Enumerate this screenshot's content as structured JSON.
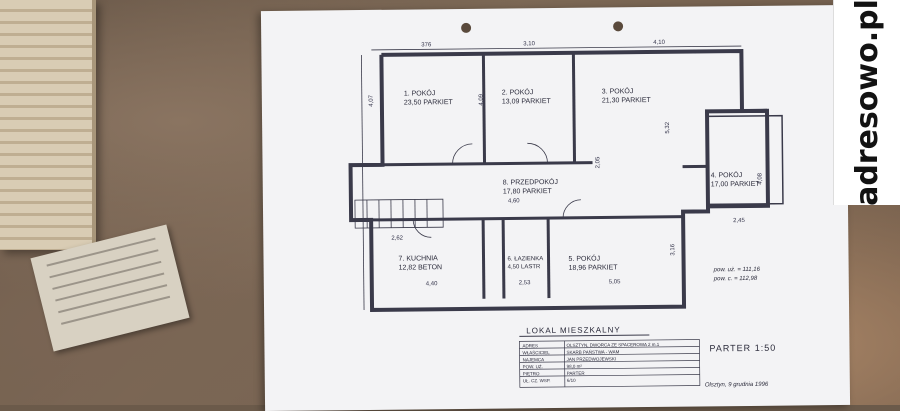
{
  "watermark": "adresowo.pl",
  "plan": {
    "rooms": [
      {
        "num": "1.",
        "name": "POKÓJ",
        "area": "23,50",
        "floor": "PARKIET"
      },
      {
        "num": "2.",
        "name": "POKÓJ",
        "area": "13,09",
        "floor": "PARKIET"
      },
      {
        "num": "3.",
        "name": "POKÓJ",
        "area": "21,30",
        "floor": "PARKIET"
      },
      {
        "num": "4.",
        "name": "POKÓJ",
        "area": "17,00",
        "floor": "PARKIET"
      },
      {
        "num": "5.",
        "name": "POKÓJ",
        "area": "18,96",
        "floor": "PARKIET"
      },
      {
        "num": "6.",
        "name": "ŁAZIENKA",
        "area": "4,50",
        "floor": "LASTR"
      },
      {
        "num": "7.",
        "name": "KUCHNIA",
        "area": "12,82",
        "floor": "BETON"
      },
      {
        "num": "8.",
        "name": "PRZEDPOKÓJ",
        "area": "17,80",
        "floor": "PARKIET"
      }
    ],
    "dims": {
      "top": [
        "376",
        "3,10",
        "4,10"
      ],
      "left": [
        "4,07",
        "4,09",
        "5,32"
      ],
      "mid": [
        "4,60",
        "2,62",
        "2,45",
        "4,08",
        "3,16",
        "2,05"
      ],
      "bottom": [
        "4,40",
        "2,53",
        "5,05"
      ]
    },
    "sum_notes": [
      "pow. uż. = 111,16",
      "pow. c.  = 112,98"
    ]
  },
  "title_block": {
    "heading": "LOKAL MIESZKALNY",
    "rows": [
      {
        "key": "ADRES",
        "value": "OLSZTYN, DWORCA ZE SPACEROWA 2 m.1"
      },
      {
        "key": "WŁAŚCICIEL",
        "value": "SKARB PAŃSTWA - WAM"
      },
      {
        "key": "NAJEMCA",
        "value": "JAN PRZEDWOJEWSKI"
      },
      {
        "key": "POW. UŻ.",
        "value": "98,0 m²"
      },
      {
        "key": "PIĘTRO",
        "value": "PARTER"
      },
      {
        "key": "UŁ. CZ. WSP.",
        "value": "6/10"
      }
    ],
    "sheet_title": "PARTER",
    "scale": "1:50",
    "signature_date": "Olsztyn, 9 grudnia 1996"
  }
}
